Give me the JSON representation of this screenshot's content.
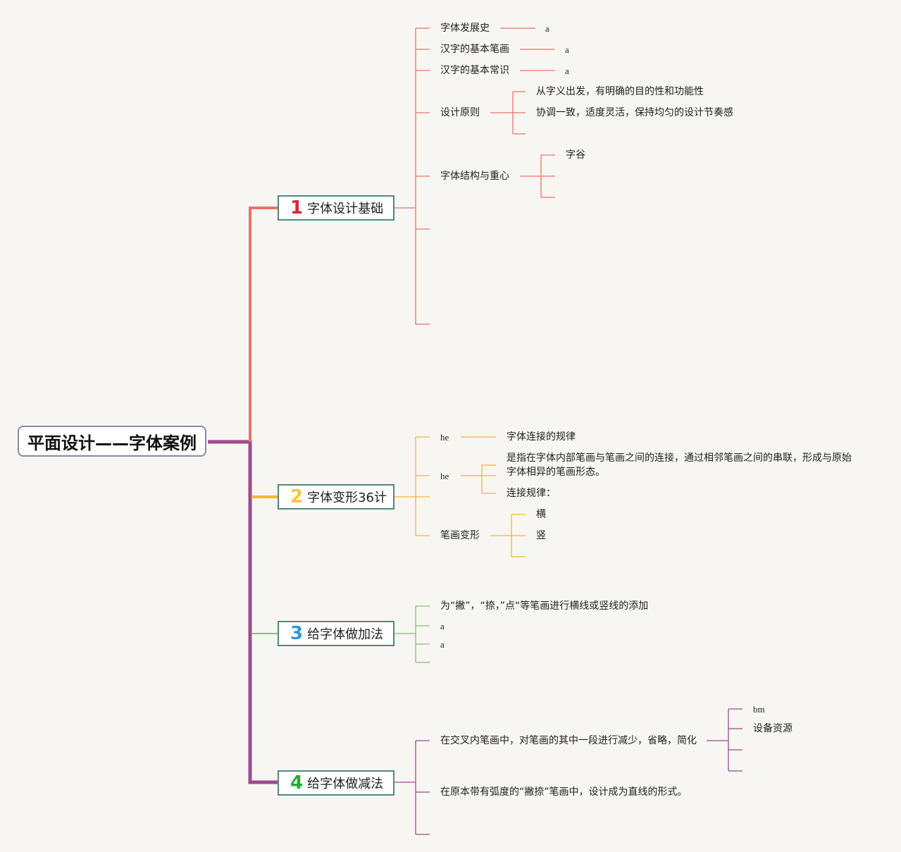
{
  "root": {
    "label": "平面设计——字体案例"
  },
  "branches": [
    {
      "num": "1",
      "label": "字体设计基础",
      "color": "#e8736b",
      "children": [
        {
          "label": "字体发展史",
          "sub": "a"
        },
        {
          "label": "汉字的基本笔画",
          "sub": "a"
        },
        {
          "label": "汉字的基本常识",
          "sub": "a"
        },
        {
          "label": "设计原则",
          "subs": [
            "从字义出发，有明确的目的性和功能性",
            "协调一致，适度灵活，保持均匀的设计节奏感"
          ]
        },
        {
          "label": "字体结构与重心",
          "subs": [
            "字谷"
          ]
        }
      ]
    },
    {
      "num": "2",
      "label": "字体变形36计",
      "color": "#f5b82e",
      "children": [
        {
          "label": "he",
          "sub": "字体连接的规律"
        },
        {
          "label": "he",
          "subs": [
            "是指在字体内部笔画与笔画之间的连接，通过相邻笔画之间的串联，形成与原始字体相异的笔画形态。",
            "连接规律："
          ]
        },
        {
          "label": "笔画变形",
          "subs": [
            "横",
            "竖"
          ]
        }
      ]
    },
    {
      "num": "3",
      "label": "给字体做加法",
      "color": "#7cc47a",
      "children": [
        {
          "label": "为“撇”，“捺，”点“等笔画进行横线或竖线的添加"
        },
        {
          "label": "a"
        },
        {
          "label": "a"
        }
      ]
    },
    {
      "num": "4",
      "label": "给字体做减法",
      "color": "#9b4a8e",
      "children": [
        {
          "label": "在交叉内笔画中，对笔画的其中一段进行减少，省略，简化",
          "subs": [
            "bm",
            "设备资源"
          ]
        },
        {
          "label": "在原本带有弧度的“撇捺”笔画中，设计成为直线的形式。"
        }
      ]
    }
  ],
  "colors": {
    "root_trunk": "#9b4a8e",
    "number_1": "#d8283a",
    "number_2": "#f5c542",
    "number_3": "#2b9ad8",
    "number_4": "#2aa83a"
  }
}
